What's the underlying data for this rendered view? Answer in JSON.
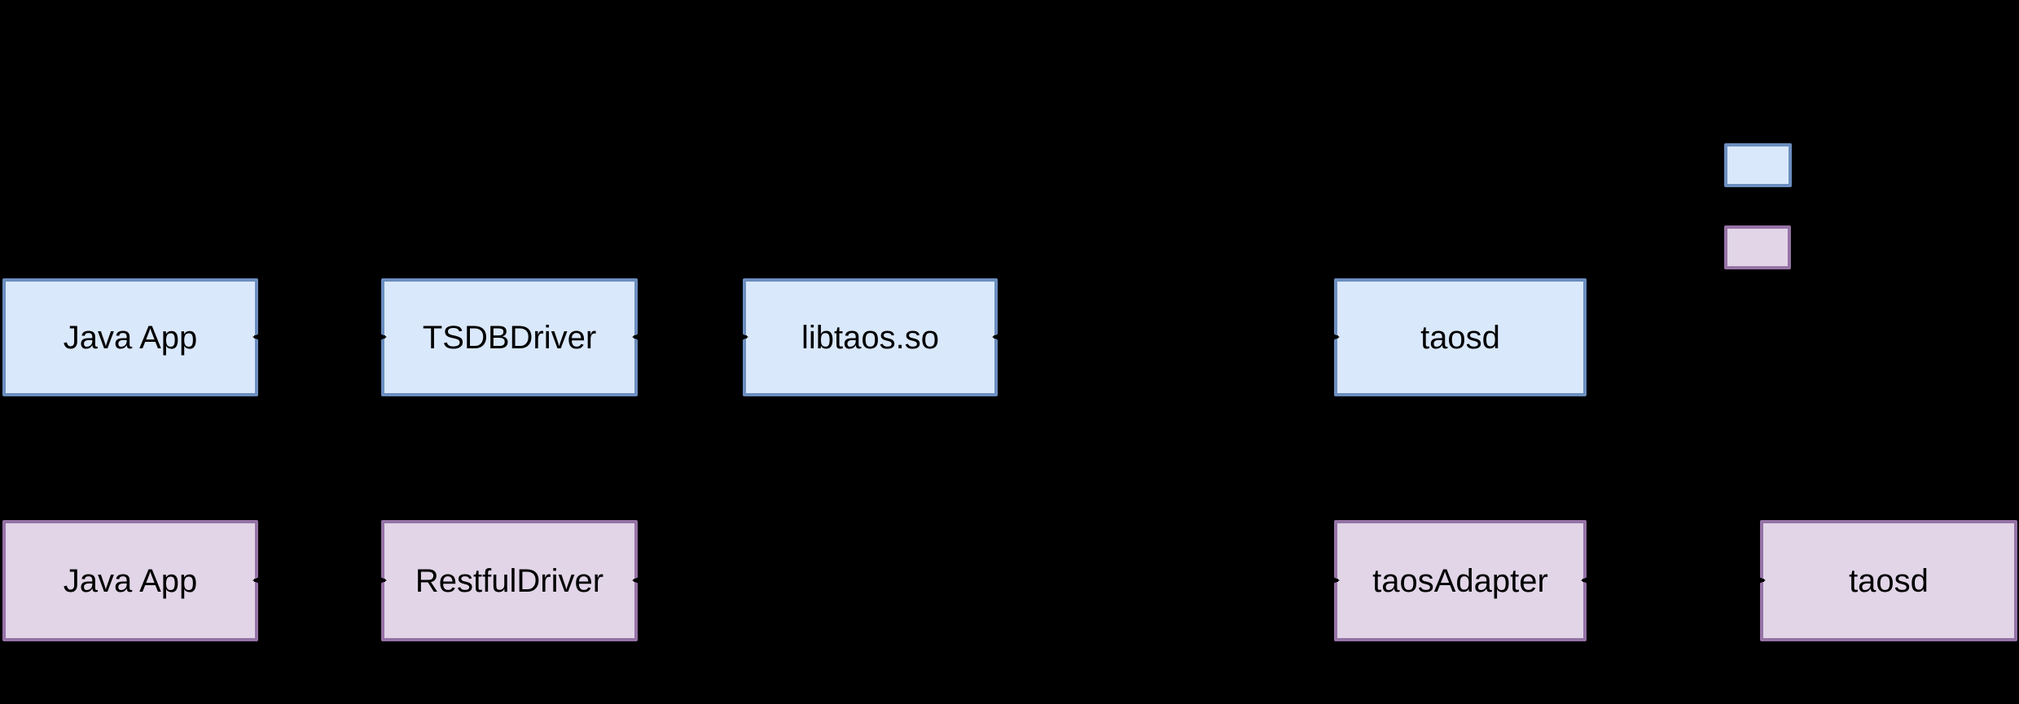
{
  "colors": {
    "background": "#000000",
    "jni_fill": "#dae8fc",
    "jni_stroke": "#6c8ebf",
    "restful_fill": "#e1d5e7",
    "restful_stroke": "#9673a6",
    "connector": "#000000",
    "label_text": "#000000"
  },
  "rows": [
    {
      "name": "jni-row",
      "variant": "blue",
      "nodes": [
        {
          "label": "Java App"
        },
        {
          "label": "TSDBDriver"
        },
        {
          "label": "libtaos.so"
        },
        {
          "label": "taosd"
        }
      ]
    },
    {
      "name": "restful-row",
      "variant": "purple",
      "nodes": [
        {
          "label": "Java App"
        },
        {
          "label": "RestfulDriver"
        },
        {
          "label": "taosAdapter"
        },
        {
          "label": "taosd"
        }
      ]
    }
  ],
  "edges": [
    {
      "row": "jni-row",
      "from": "Java App",
      "to": "TSDBDriver",
      "bidirectional": true
    },
    {
      "row": "jni-row",
      "from": "TSDBDriver",
      "to": "libtaos.so",
      "bidirectional": true
    },
    {
      "row": "jni-row",
      "from": "libtaos.so",
      "to": "taosd",
      "bidirectional": true
    },
    {
      "row": "restful-row",
      "from": "Java App",
      "to": "RestfulDriver",
      "bidirectional": true
    },
    {
      "row": "restful-row",
      "from": "RestfulDriver",
      "to": "taosAdapter",
      "bidirectional": true
    },
    {
      "row": "restful-row",
      "from": "taosAdapter",
      "to": "taosd",
      "bidirectional": true
    }
  ],
  "legend": {
    "swatches": [
      {
        "name": "jni-swatch",
        "fill": "#dae8fc",
        "stroke": "#6c8ebf"
      },
      {
        "name": "restful-swatch",
        "fill": "#e1d5e7",
        "stroke": "#9673a6"
      }
    ]
  }
}
